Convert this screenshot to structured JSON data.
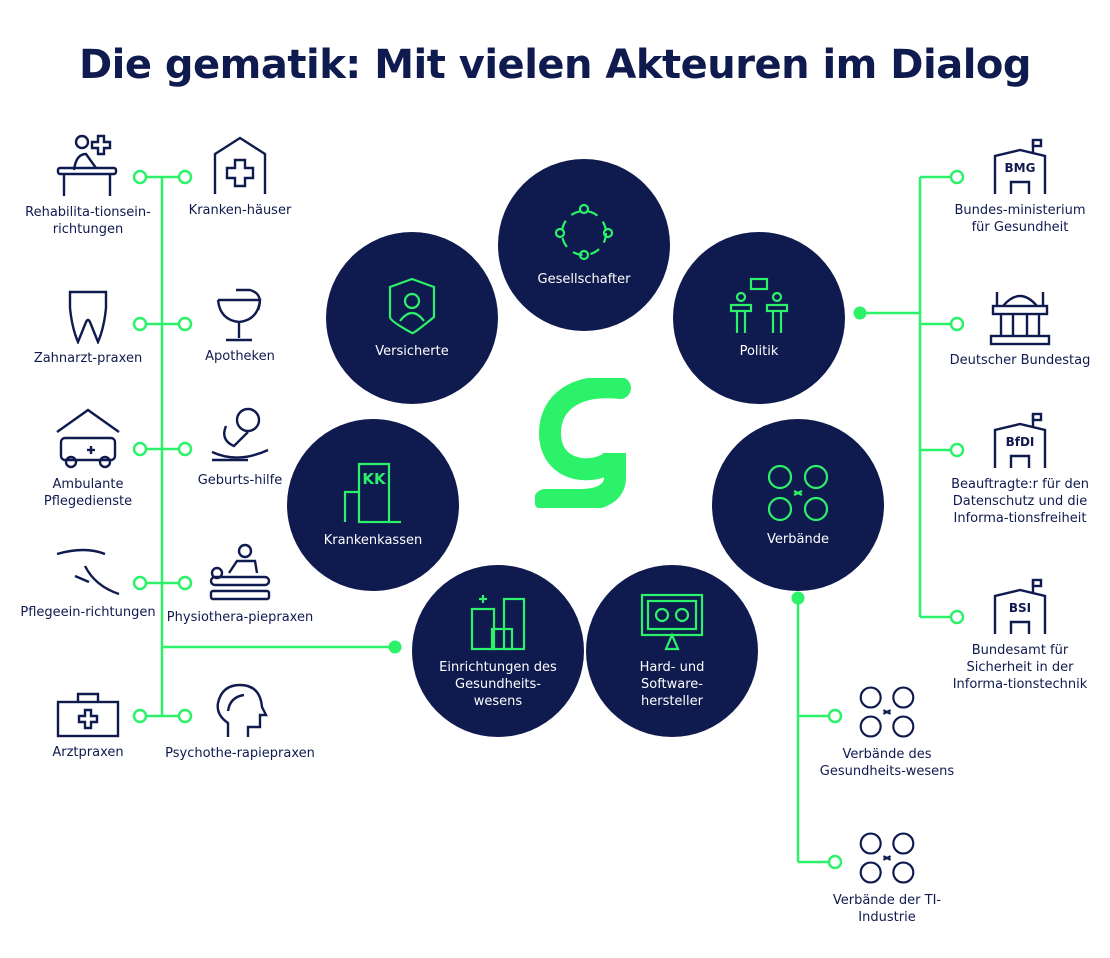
{
  "title": "Die gematik: Mit vielen Akteuren im Dialog",
  "colors": {
    "navy": "#0f1a4e",
    "green": "#2cf26a"
  },
  "center_logo": "g",
  "circles": [
    {
      "label": "Gesellschafter",
      "icon": "people-circle-icon"
    },
    {
      "label": "Versicherte",
      "icon": "shield-person-icon"
    },
    {
      "label": "Politik",
      "icon": "podium-speakers-icon"
    },
    {
      "label": "Krankenkassen",
      "icon": "kk-building-icon",
      "icon_text": "KK"
    },
    {
      "label": "Verbände",
      "icon": "associations-icon"
    },
    {
      "label": "Einrichtungen des Gesundheits-wesens",
      "icon": "health-buildings-icon"
    },
    {
      "label": "Hard- und Software-hersteller",
      "icon": "monitor-gears-icon"
    }
  ],
  "left_items": [
    {
      "label": "Rehabilita-tionsein-richtungen",
      "icon": "rehab-icon"
    },
    {
      "label": "Zahnarzt-praxen",
      "icon": "tooth-icon"
    },
    {
      "label": "Ambulante Pflegedienste",
      "icon": "home-care-car-icon"
    },
    {
      "label": "Pflegeein-richtungen",
      "icon": "caring-hands-icon"
    },
    {
      "label": "Arztpraxen",
      "icon": "medical-case-icon"
    }
  ],
  "left_items_2": [
    {
      "label": "Kranken-häuser",
      "icon": "hospital-icon"
    },
    {
      "label": "Apotheken",
      "icon": "pharmacy-icon"
    },
    {
      "label": "Geburts-hilfe",
      "icon": "baby-hand-icon"
    },
    {
      "label": "Physiothera-piepraxen",
      "icon": "physio-icon"
    },
    {
      "label": "Psychothe-rapiepraxen",
      "icon": "head-icon"
    }
  ],
  "right_items": [
    {
      "label": "Bundes-ministerium für Gesundheit",
      "icon": "building-flag-icon",
      "icon_text": "BMG"
    },
    {
      "label": "Deutscher Bundestag",
      "icon": "bundestag-icon"
    },
    {
      "label": "Beauftragte:r für den Datenschutz und die Informa-tionsfreiheit",
      "icon": "building-flag-icon",
      "icon_text": "BfDI"
    },
    {
      "label": "Bundesamt für Sicherheit in der Informa-tionstechnik",
      "icon": "building-flag-icon",
      "icon_text": "BSI"
    }
  ],
  "bottom_items": [
    {
      "label": "Verbände des Gesundheits-wesens",
      "icon": "associations-icon"
    },
    {
      "label": "Verbände der TI-Industrie",
      "icon": "associations-icon"
    }
  ]
}
